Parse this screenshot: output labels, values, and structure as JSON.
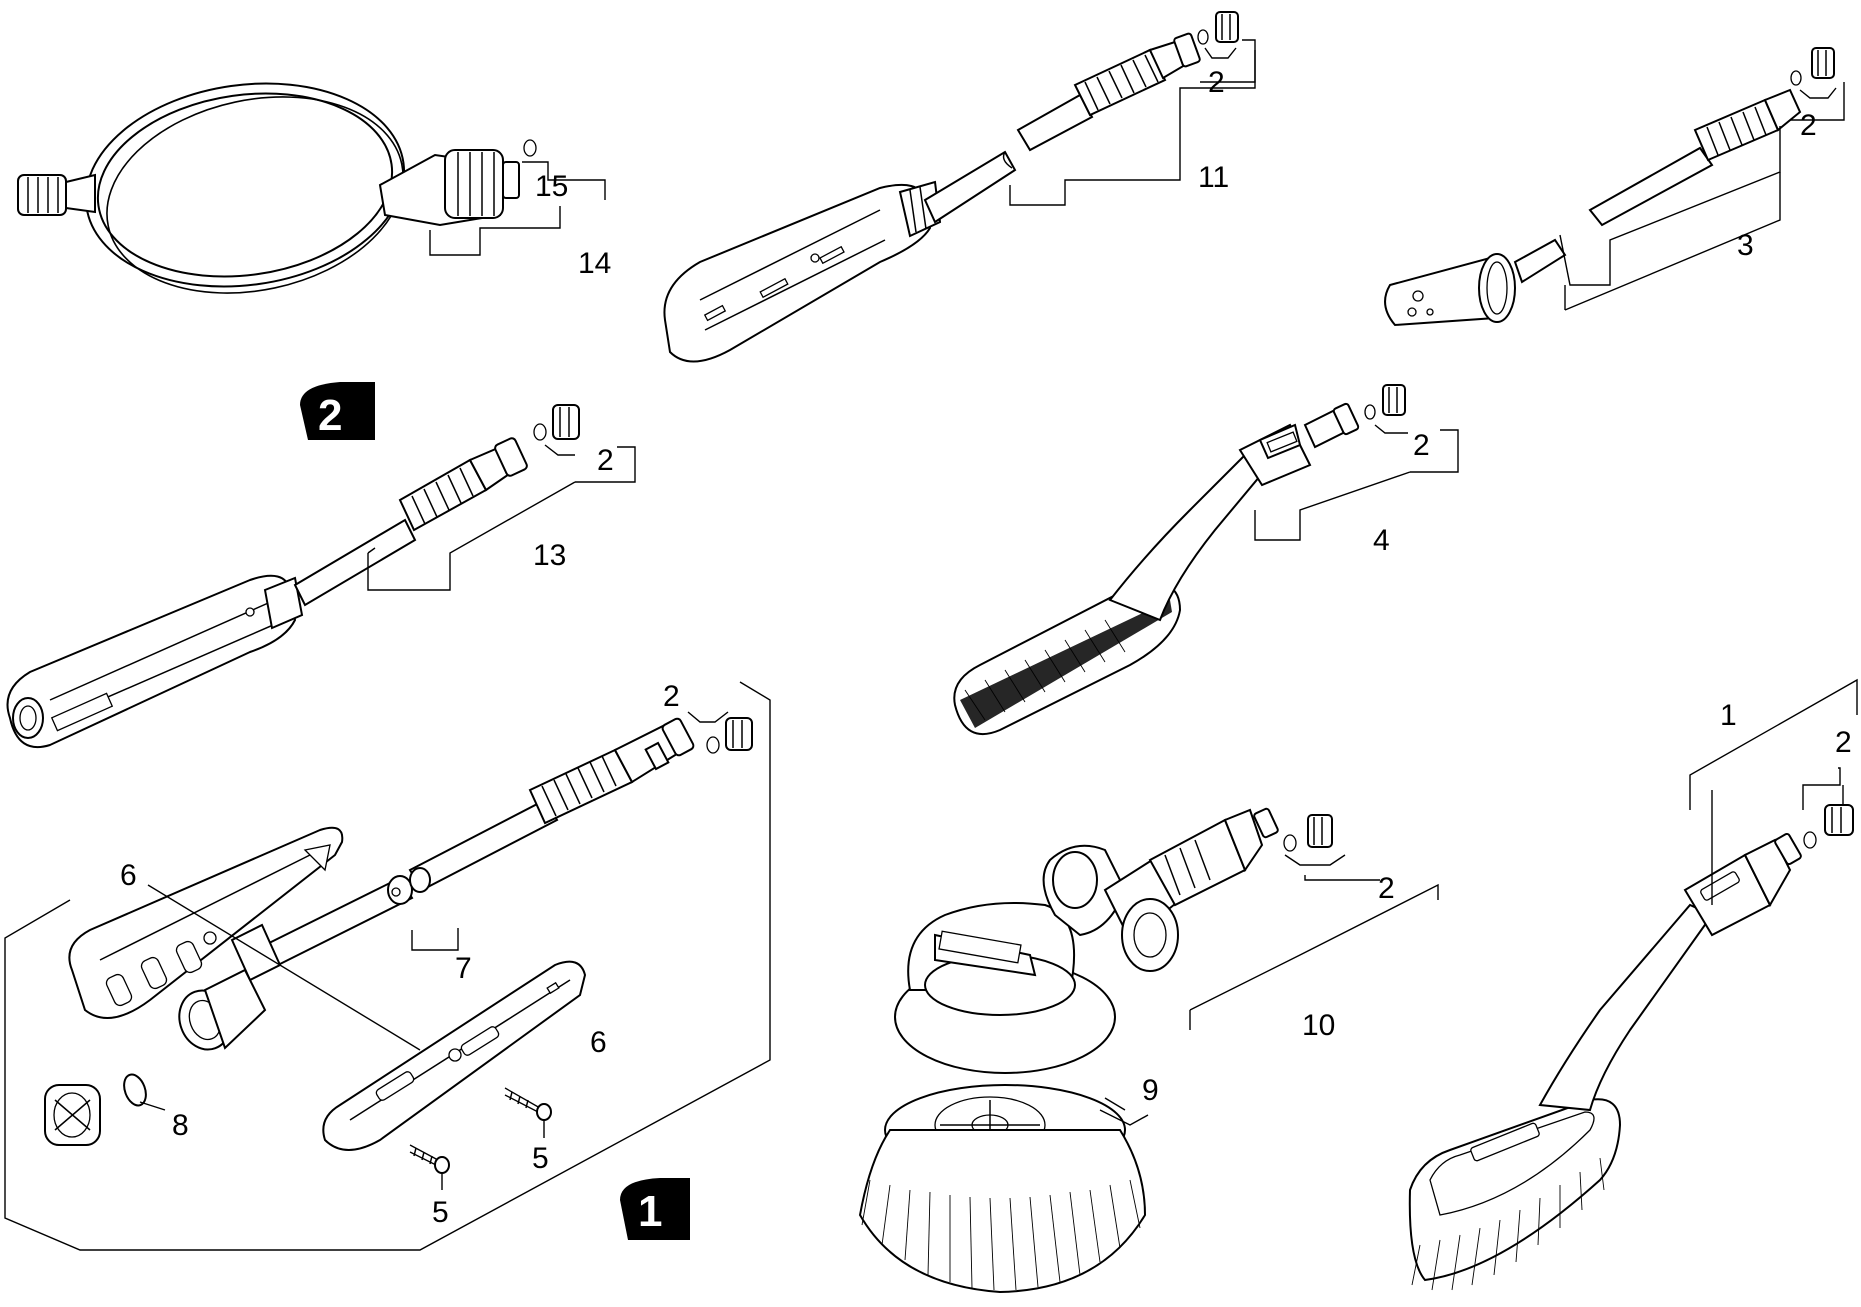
{
  "diagram": {
    "callouts": {
      "c1": "1",
      "c2": "2",
      "c3": "3",
      "c4": "4",
      "c5": "5",
      "c6": "6",
      "c7": "7",
      "c8": "8",
      "c9": "9",
      "c10": "10",
      "c11": "11",
      "c13": "13",
      "c14": "14",
      "c15": "15"
    },
    "badges": {
      "b1": "1",
      "b2": "2"
    },
    "colors": {
      "line": "#000000",
      "background": "#ffffff"
    }
  }
}
